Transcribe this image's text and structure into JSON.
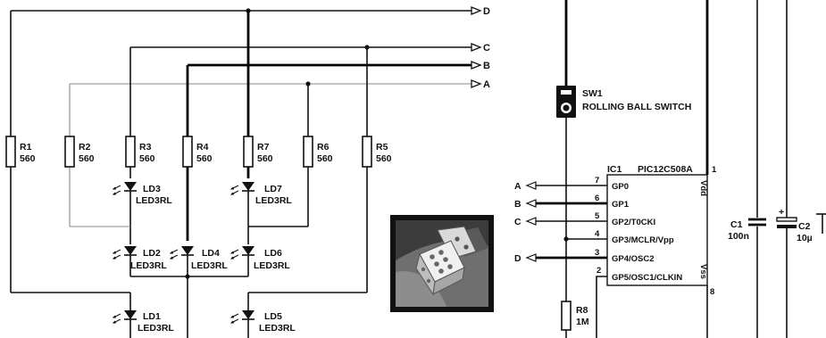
{
  "nets": [
    "D",
    "C",
    "B",
    "A"
  ],
  "resistors": [
    {
      "ref": "R1",
      "value": "560"
    },
    {
      "ref": "R2",
      "value": "560"
    },
    {
      "ref": "R3",
      "value": "560"
    },
    {
      "ref": "R4",
      "value": "560"
    },
    {
      "ref": "R7",
      "value": "560"
    },
    {
      "ref": "R6",
      "value": "560"
    },
    {
      "ref": "R5",
      "value": "560"
    },
    {
      "ref": "R8",
      "value": "1M"
    }
  ],
  "leds": [
    {
      "ref": "LD3",
      "part": "LED3RL"
    },
    {
      "ref": "LD7",
      "part": "LED3RL"
    },
    {
      "ref": "LD2",
      "part": "LED3RL"
    },
    {
      "ref": "LD4",
      "part": "LED3RL"
    },
    {
      "ref": "LD6",
      "part": "LED3RL"
    },
    {
      "ref": "LD1",
      "part": "LED3RL"
    },
    {
      "ref": "LD5",
      "part": "LED3RL"
    }
  ],
  "switch": {
    "ref": "SW1",
    "name": "ROLLING BALL SWITCH"
  },
  "ic": {
    "ref": "IC1",
    "part": "PIC12C508A",
    "vdd_label": "Vdd",
    "vss_label": "Vss",
    "vdd_pin": "1",
    "vss_pin": "8",
    "pins": [
      {
        "num": "7",
        "name": "GP0",
        "net": "A"
      },
      {
        "num": "6",
        "name": "GP1",
        "net": "B"
      },
      {
        "num": "5",
        "name": "GP2/T0CKI",
        "net": "C"
      },
      {
        "num": "4",
        "name": "GP3/MCLR/Vpp",
        "net": ""
      },
      {
        "num": "3",
        "name": "GP4/OSC2",
        "net": "D"
      },
      {
        "num": "2",
        "name": "GP5/OSC1/CLKIN",
        "net": ""
      }
    ]
  },
  "capacitors": [
    {
      "ref": "C1",
      "value": "100n"
    },
    {
      "ref": "C2",
      "value": "10µ"
    }
  ],
  "colors": {
    "wire": "#111111",
    "bus": "#000000",
    "thin_wire": "#8a8a8a",
    "background": "#ffffff"
  }
}
